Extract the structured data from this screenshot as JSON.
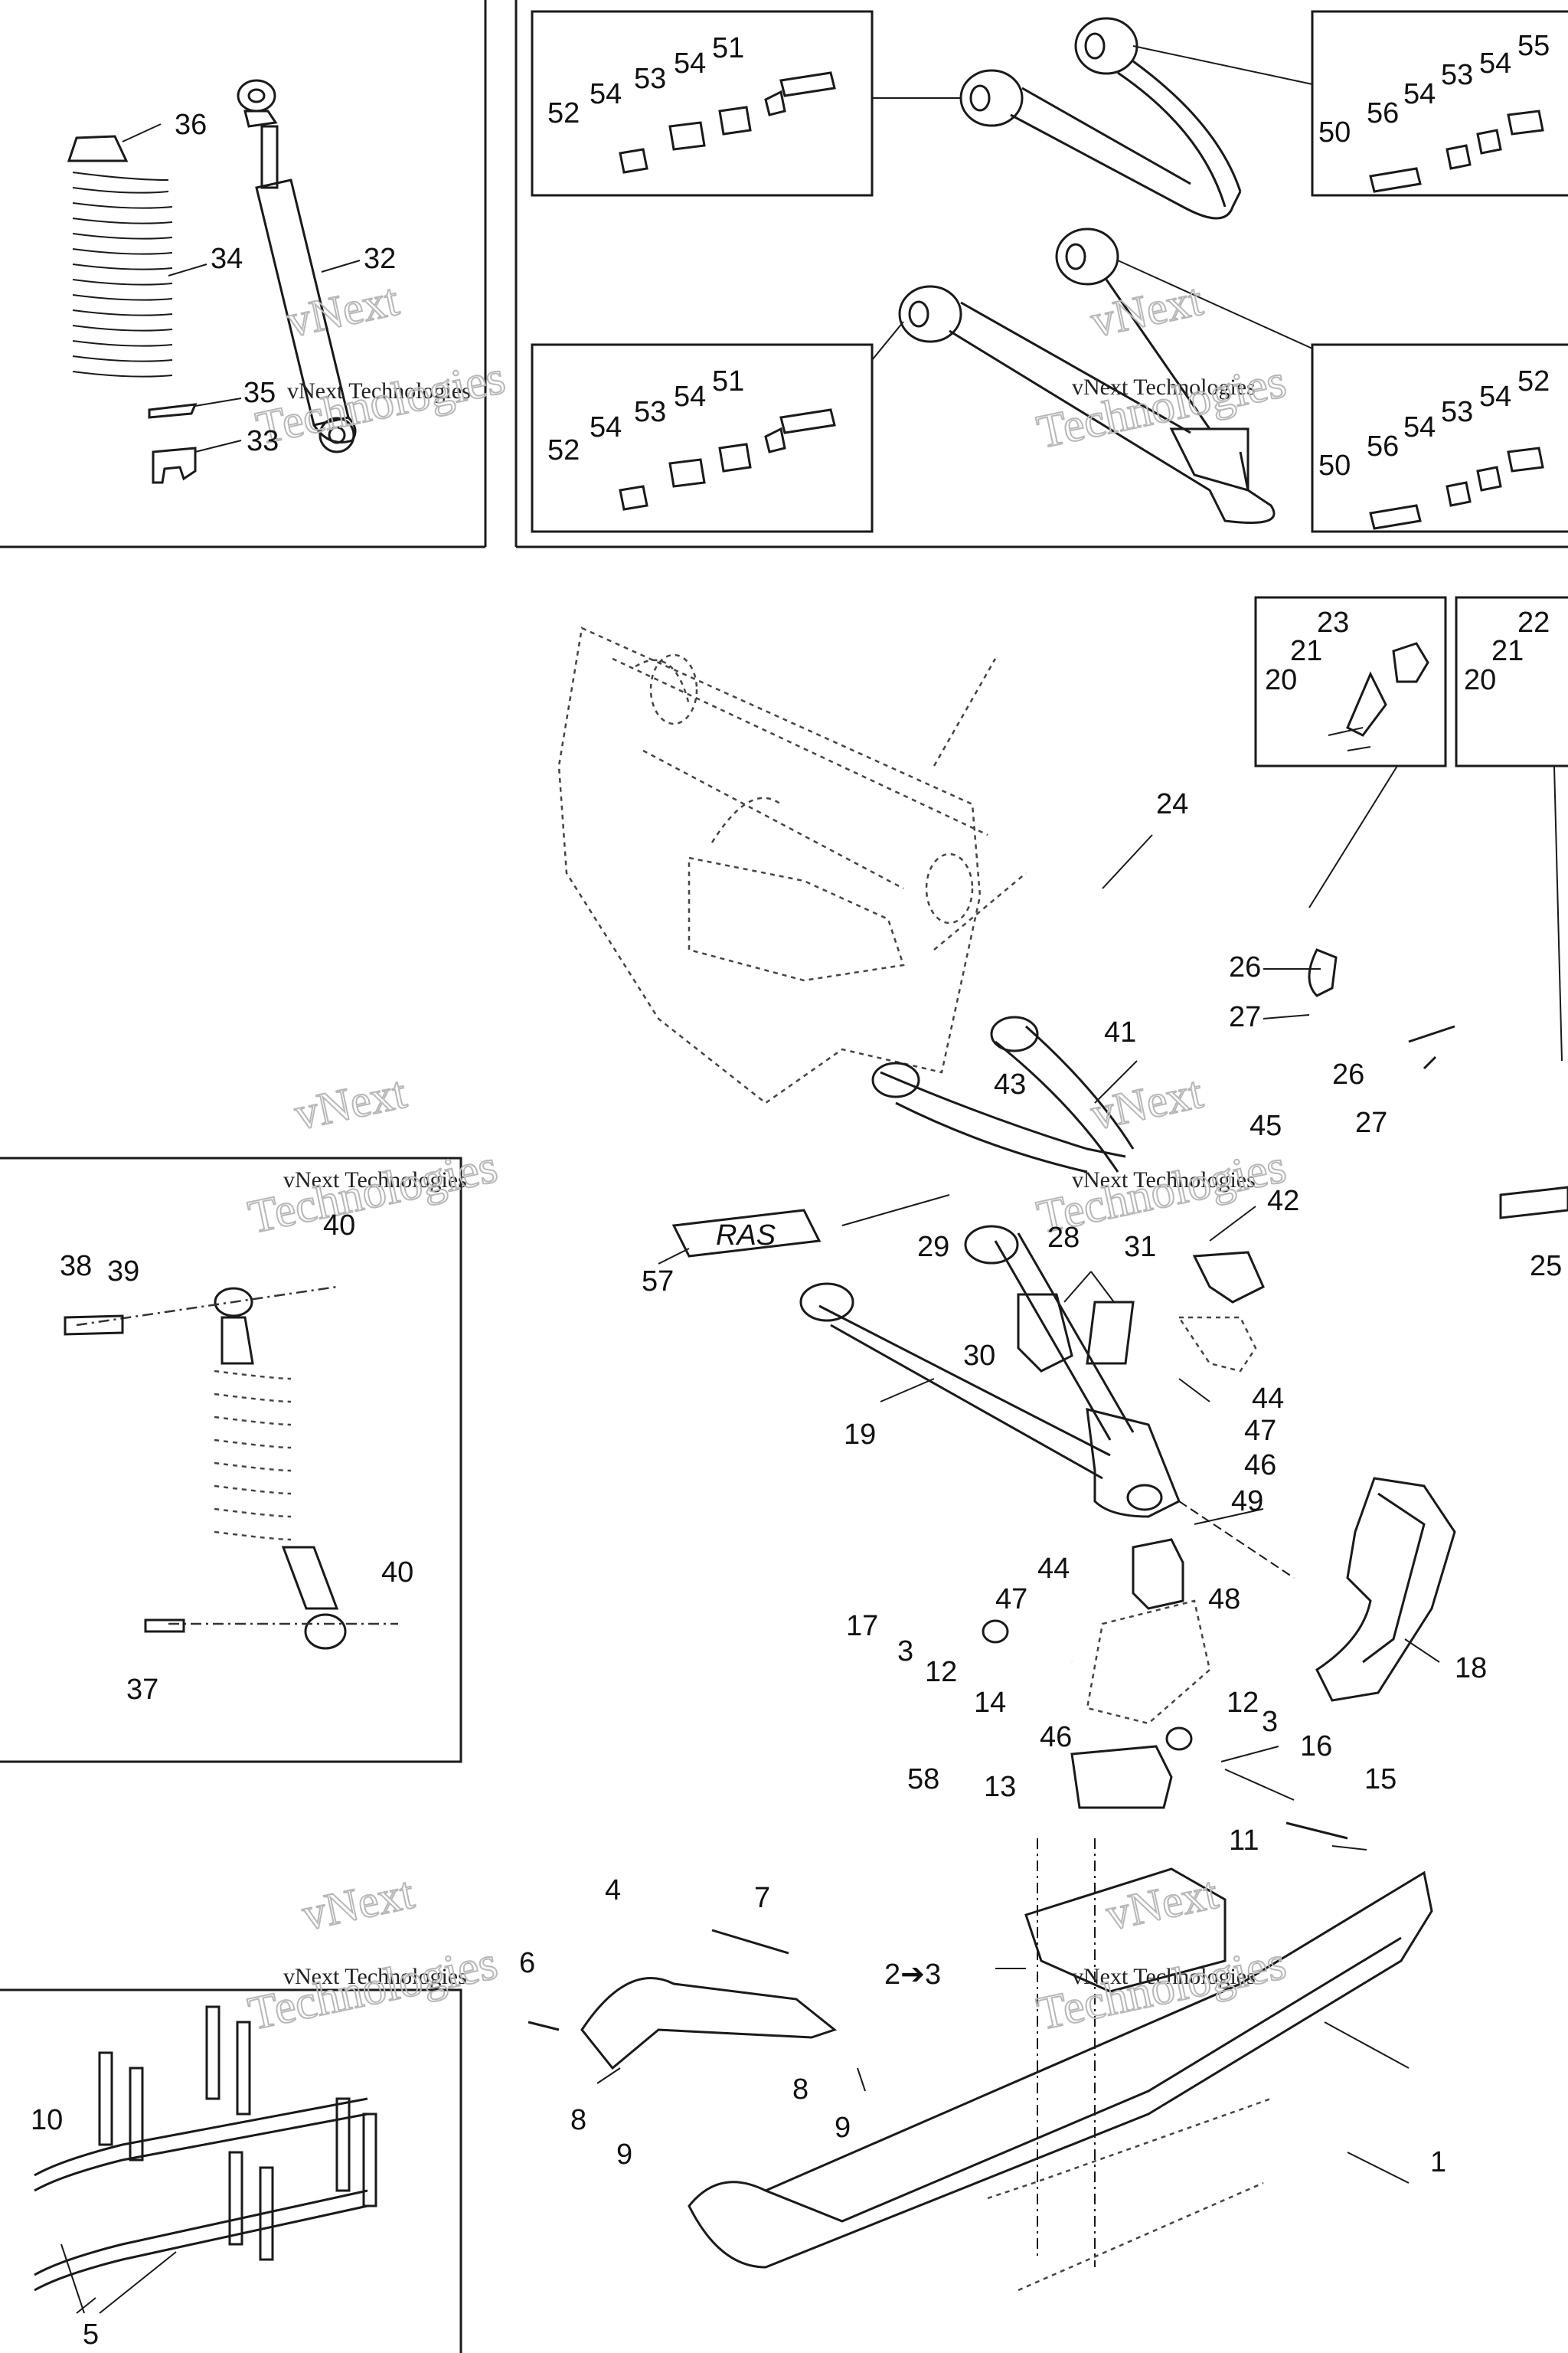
{
  "watermark": {
    "line1": "vNext",
    "line2": "vNext Technologies",
    "line3": "Technologies"
  },
  "callouts": {
    "c1": "1",
    "c2": "2➔3",
    "c4": "4",
    "c5": "5",
    "c6": "6",
    "c7": "7",
    "c8a": "8",
    "c8b": "8",
    "c9a": "9",
    "c9b": "9",
    "c10": "10",
    "c11": "11",
    "c12a": "12",
    "c12b": "12",
    "c3a": "3",
    "c3b": "3",
    "c13": "13",
    "c14": "14",
    "c15": "15",
    "c16": "16",
    "c17": "17",
    "c18": "18",
    "c19": "19",
    "c20a": "20",
    "c20b": "20",
    "c21a": "21",
    "c21b": "21",
    "c22": "22",
    "c23": "23",
    "c24": "24",
    "c25": "25",
    "c26a": "26",
    "c26b": "26",
    "c27a": "27",
    "c27b": "27",
    "c28": "28",
    "c29": "29",
    "c30": "30",
    "c31": "31",
    "c32": "32",
    "c33": "33",
    "c34": "34",
    "c35": "35",
    "c36": "36",
    "c37": "37",
    "c38": "38",
    "c39": "39",
    "c40a": "40",
    "c40b": "40",
    "c41": "41",
    "c42": "42",
    "c43": "43",
    "c44a": "44",
    "c44b": "44",
    "c45": "45",
    "c46a": "46",
    "c46b": "46",
    "c47a": "47",
    "c47b": "47",
    "c48": "48",
    "c49": "49",
    "c57": "57",
    "c58": "58",
    "b1_51": "51",
    "b1_52": "52",
    "b1_53": "53",
    "b1_54a": "54",
    "b1_54b": "54",
    "b2_51": "51",
    "b2_52": "52",
    "b2_53": "53",
    "b2_54a": "54",
    "b2_54b": "54",
    "b3_50": "50",
    "b3_53": "53",
    "b3_54a": "54",
    "b3_54b": "54",
    "b3_55": "55",
    "b3_56": "56",
    "b4_50": "50",
    "b4_52": "52",
    "b4_53": "53",
    "b4_54a": "54",
    "b4_54b": "54",
    "b4_56": "56"
  },
  "rms_logo": "RAS"
}
